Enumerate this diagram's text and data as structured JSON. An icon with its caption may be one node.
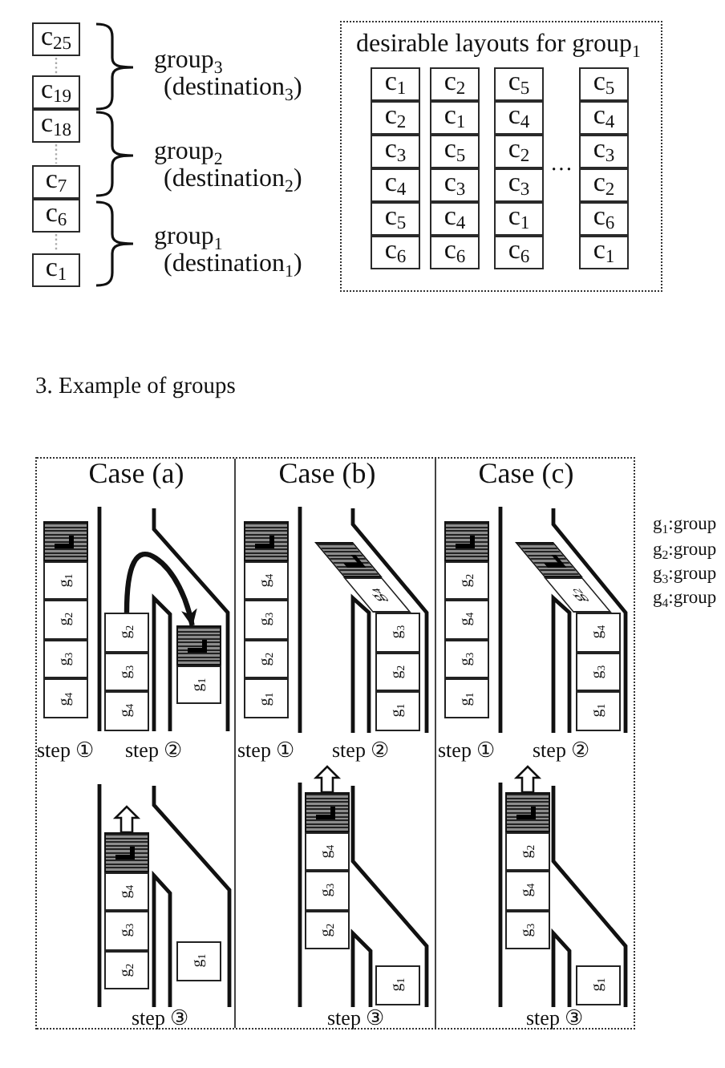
{
  "diagram": {
    "caption": "3. Example of groups",
    "nodes": [
      {
        "text": [
          "c$_{25}$"
        ]
      },
      {
        "text": [
          "c$_{19}$"
        ]
      },
      {
        "text": [
          "c$_{18}$"
        ]
      },
      {
        "text": [
          "c$_{7}$"
        ]
      },
      {
        "text": [
          "c$_{6}$"
        ]
      },
      {
        "text": [
          "c$_{1}$"
        ]
      },
      {
        "text": [
          "desirable layouts for group$_{1}$"
        ]
      },
      {
        "text": [
          "c$_{1}$"
        ],
        "in": 6
      },
      {
        "text": [
          "c$_{2}$"
        ],
        "in": 6
      },
      {
        "text": [
          "c$_{5}$"
        ],
        "in": 6
      },
      {
        "text": [
          "c$_{5}$"
        ],
        "in": 6
      },
      {
        "text": [
          "c$_{2}$"
        ],
        "in": 6
      },
      {
        "text": [
          "c$_{1}$"
        ],
        "in": 6
      },
      {
        "text": [
          "c$_{4}$"
        ],
        "in": 6
      },
      {
        "text": [
          "c$_{4}$"
        ],
        "in": 6
      },
      {
        "text": [
          "c$_{3}$"
        ],
        "in": 6
      },
      {
        "text": [
          "c$_{5}$"
        ],
        "in": 6
      },
      {
        "text": [
          "c$_{2}$"
        ],
        "in": 6
      },
      {
        "text": [
          "c$_{3}$"
        ],
        "in": 6
      },
      {
        "text": [
          "c$_{4}$"
        ],
        "in": 6
      },
      {
        "text": [
          "c$_{3}$"
        ],
        "in": 6
      },
      {
        "text": [
          "c$_{3}$"
        ],
        "in": 6
      },
      {
        "text": [
          "c$_{2}$"
        ],
        "in": 6
      },
      {
        "text": [
          "c$_{5}$"
        ],
        "in": 6
      },
      {
        "text": [
          "c$_{4}$"
        ],
        "in": 6
      },
      {
        "text": [
          "c$_{1}$"
        ],
        "in": 6
      },
      {
        "text": [
          "c$_{6}$"
        ],
        "in": 6
      },
      {
        "text": [
          "c$_{6}$"
        ],
        "in": 6
      },
      {
        "text": [
          "c$_{6}$"
        ],
        "in": 6
      },
      {
        "text": [
          "c$_{6}$"
        ],
        "in": 6
      },
      {
        "text": [
          "c$_{1}$"
        ],
        "in": 6
      },
      {
        "text": [],
        "shape": "box"
      },
      {
        "text": [
          "Case (a)",
          "step ①",
          "step ②",
          "step ③"
        ],
        "in": 31
      },
      {
        "text": [],
        "shape": "box",
        "in": 32
      },
      {
        "text": [
          "g$_{1}$"
        ],
        "in": 32
      },
      {
        "text": [
          "g$_{2}$"
        ],
        "in": 32
      },
      {
        "text": [
          "g$_{3}$"
        ],
        "in": 32
      },
      {
        "text": [
          "g$_{4}$"
        ],
        "in": 32
      },
      {
        "text": [
          "g$_{2}$"
        ],
        "in": 32
      },
      {
        "text": [
          "g$_{3}$"
        ],
        "in": 32
      },
      {
        "text": [
          "g$_{4}$"
        ],
        "in": 32
      },
      {
        "text": [],
        "shape": "box",
        "in": 32
      },
      {
        "text": [
          "g$_{1}$"
        ],
        "in": 32
      },
      {
        "text": [],
        "shape": "box",
        "in": 32
      },
      {
        "text": [
          "g$_{4}$"
        ],
        "in": 32
      },
      {
        "text": [
          "g$_{3}$"
        ],
        "in": 32
      },
      {
        "text": [
          "g$_{2}$"
        ],
        "in": 32
      },
      {
        "text": [
          "g$_{1}$"
        ],
        "in": 32
      },
      {
        "text": [
          "Case (b)",
          "step ①",
          "step ②",
          "step ③"
        ],
        "in": 31
      },
      {
        "text": [],
        "shape": "box",
        "in": 48
      },
      {
        "text": [
          "g$_{4}$"
        ],
        "in": 48
      },
      {
        "text": [
          "g$_{3}$"
        ],
        "in": 48
      },
      {
        "text": [
          "g$_{2}$"
        ],
        "in": 48
      },
      {
        "text": [
          "g$_{1}$"
        ],
        "in": 48
      },
      {
        "text": [],
        "shape": "box",
        "in": 48
      },
      {
        "text": [
          "g$_{4}$"
        ],
        "in": 48
      },
      {
        "text": [
          "g$_{3}$"
        ],
        "in": 48
      },
      {
        "text": [
          "g$_{2}$"
        ],
        "in": 48
      },
      {
        "text": [
          "g$_{1}$"
        ],
        "in": 48
      },
      {
        "text": [],
        "shape": "box",
        "in": 48
      },
      {
        "text": [
          "g$_{4}$"
        ],
        "in": 48
      },
      {
        "text": [
          "g$_{3}$"
        ],
        "in": 48
      },
      {
        "text": [
          "g$_{2}$"
        ],
        "in": 48
      },
      {
        "text": [
          "g$_{1}$"
        ],
        "in": 48
      },
      {
        "text": [
          "Case (c)",
          "step ①",
          "step ②",
          "step ③"
        ],
        "in": 31
      },
      {
        "text": [],
        "shape": "box",
        "in": 64
      },
      {
        "text": [
          "g$_{2}$"
        ],
        "in": 64
      },
      {
        "text": [
          "g$_{4}$"
        ],
        "in": 64
      },
      {
        "text": [
          "g$_{3}$"
        ],
        "in": 64
      },
      {
        "text": [
          "g$_{1}$"
        ],
        "in": 64
      },
      {
        "text": [],
        "shape": "box",
        "in": 64
      },
      {
        "text": [
          "g$_{2}$"
        ],
        "in": 64
      },
      {
        "text": [
          "g$_{4}$"
        ],
        "in": 64
      },
      {
        "text": [
          "g$_{3}$"
        ],
        "in": 64
      },
      {
        "text": [
          "g$_{1}$"
        ],
        "in": 64
      },
      {
        "text": [],
        "shape": "box",
        "in": 64
      },
      {
        "text": [
          "g$_{2}$"
        ],
        "in": 64
      },
      {
        "text": [
          "g$_{4}$"
        ],
        "in": 64
      },
      {
        "text": [
          "g$_{3}$"
        ],
        "in": 64
      },
      {
        "text": [
          "g$_{1}$"
        ],
        "in": 64
      }
    ],
    "edges": [
      {
        "from": 38,
        "to": 41,
        "arrow": "to"
      },
      {
        "from": 43,
        "to": null,
        "arrow": "to",
        "style": "thick"
      },
      {
        "from": 59,
        "to": null,
        "arrow": "to",
        "style": "thick"
      },
      {
        "from": 75,
        "to": null,
        "arrow": "to",
        "style": "thick"
      }
    ],
    "labels": [
      "group$_{3}$",
      "(destination$_{3}$)",
      "group$_{2}$",
      "(destination$_{2}$)",
      "group$_{1}$",
      "(destination$_{1}$)",
      "···",
      "g$_{1}$:group",
      "g$_{2}$:group",
      "g$_{3}$:group",
      "g$_{4}$:group"
    ]
  }
}
